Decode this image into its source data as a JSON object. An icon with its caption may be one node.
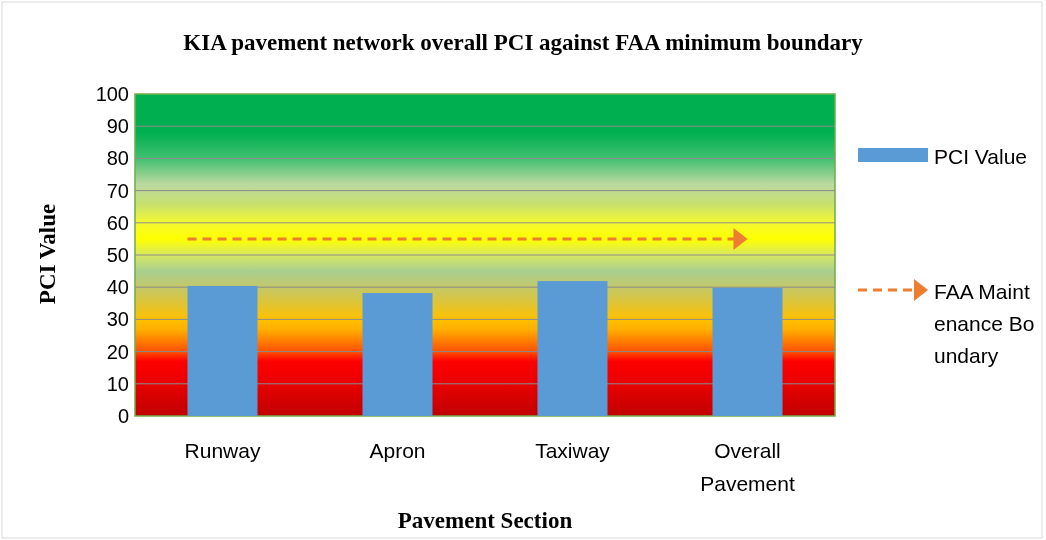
{
  "diagram": {
    "title": "KIA pavement network overall PCI against FAA minimum boundary",
    "legend": [
      {
        "text": "PCI Value",
        "color": "#5b9bd5"
      },
      {
        "text": "FAA Maintenance Boundary"
      }
    ],
    "chart_data": {
      "type": "bar",
      "xlabel": "Pavement Section",
      "ylabel": "PCI Value",
      "categories": [
        "Runway",
        "Apron",
        "Taxiway",
        "Overall Pavement"
      ],
      "series": [
        {
          "color": "#5b9bd5",
          "values": [
            40.4,
            38.2,
            41.9,
            39.8
          ]
        }
      ],
      "ylim": [
        0,
        100
      ],
      "yticks": [
        0,
        10,
        20,
        30,
        40,
        50,
        60,
        70,
        80,
        90,
        100
      ],
      "grid": true
    }
  }
}
